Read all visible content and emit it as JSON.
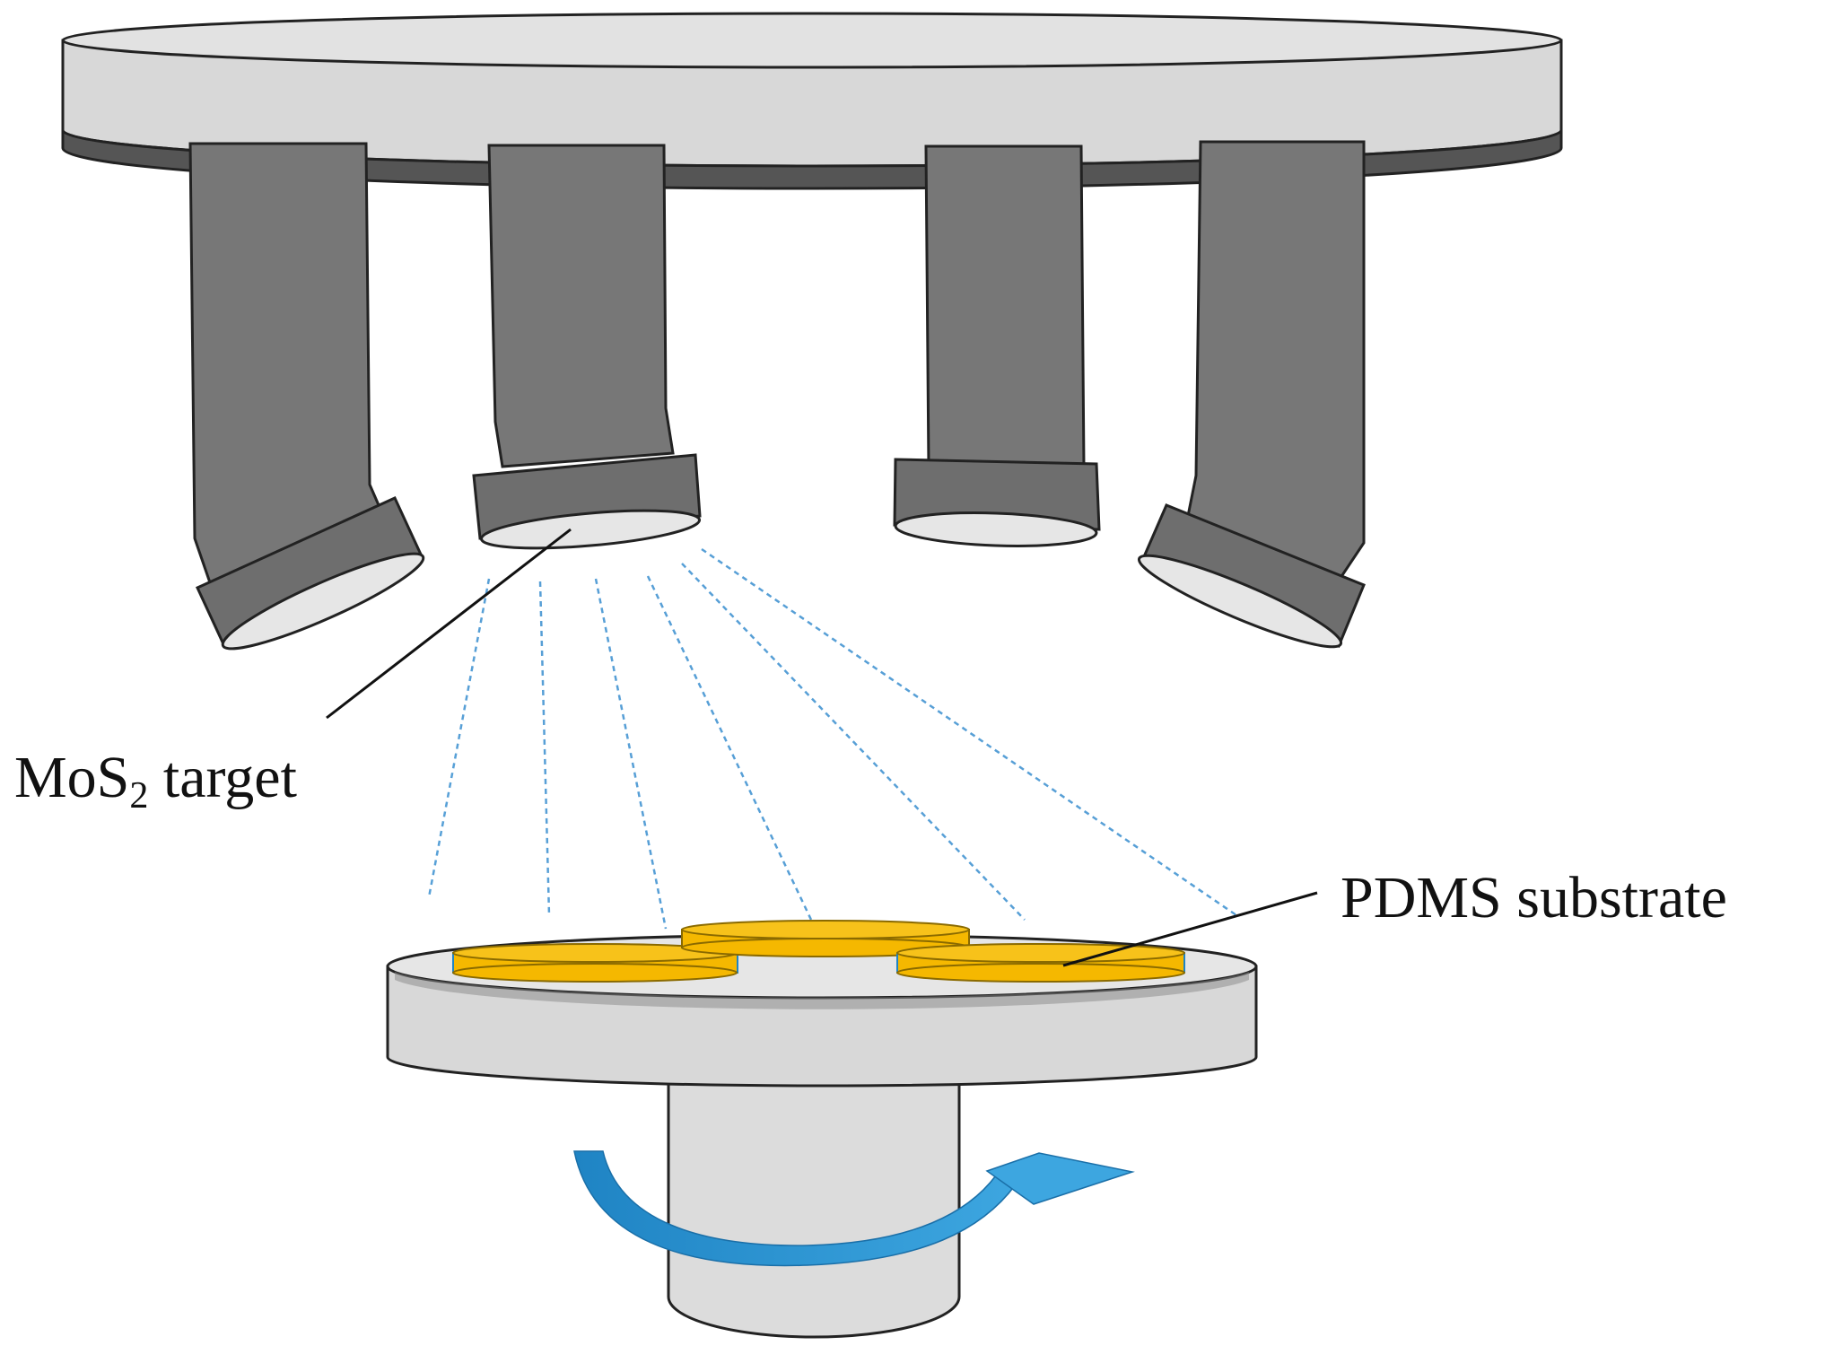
{
  "labels": {
    "target_prefix": "MoS",
    "target_subscript": "2",
    "target_suffix": " target",
    "substrate": "PDMS substrate"
  },
  "colors": {
    "plate_face": "#d8d8d8",
    "plate_edge": "#555555",
    "gun_body": "#777777",
    "gun_face": "#e6e6e6",
    "outline": "#222222",
    "plasma": "#3a8fd0",
    "substrate_fill": "#f5b800",
    "arrow": "#1f84c4",
    "leader": "#111111"
  },
  "icons": [
    "rotation-arrow-icon"
  ]
}
